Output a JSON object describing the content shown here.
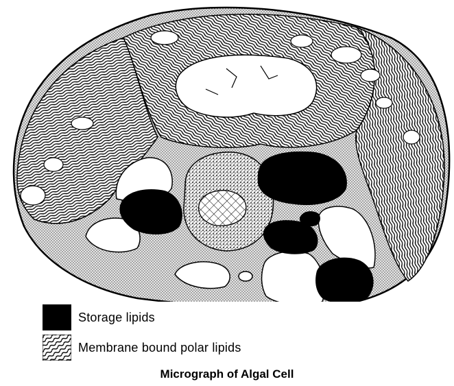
{
  "legend": [
    {
      "label": "Storage lipids",
      "pattern": "solid-black"
    },
    {
      "label": "Membrane bound polar lipids",
      "pattern": "wavy-hatch"
    }
  ],
  "caption": "Micrograph of Algal Cell",
  "colors": {
    "ink": "#000000",
    "background": "#ffffff",
    "cytoplasm_stipple": "#9a9a9a"
  }
}
